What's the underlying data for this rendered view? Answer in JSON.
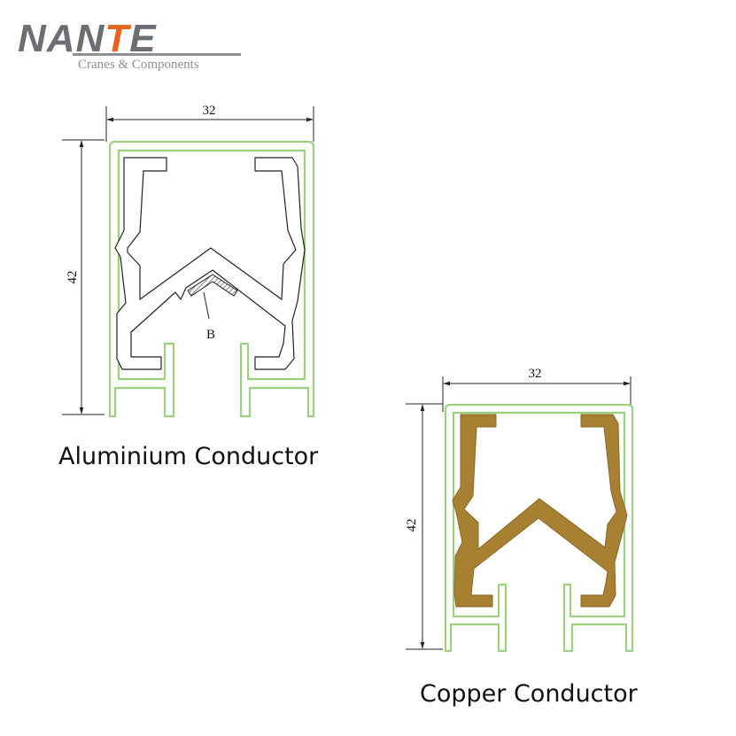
{
  "logo": {
    "brand_prefix": "NAN",
    "brand_accent": "T",
    "brand_suffix": "E",
    "tagline": "Cranes & Components",
    "brand_color": "#6b6e73",
    "accent_color": "#e8641e"
  },
  "aluminium": {
    "caption": "Aluminium Conductor",
    "width_label": "32",
    "height_label": "42",
    "detail_label": "B"
  },
  "copper": {
    "caption": "Copper Conductor",
    "width_label": "32",
    "height_label": "42",
    "fill_color": "#a88032"
  },
  "colors": {
    "housing_outline": "#9ad17f",
    "dimension_line": "#222222"
  }
}
